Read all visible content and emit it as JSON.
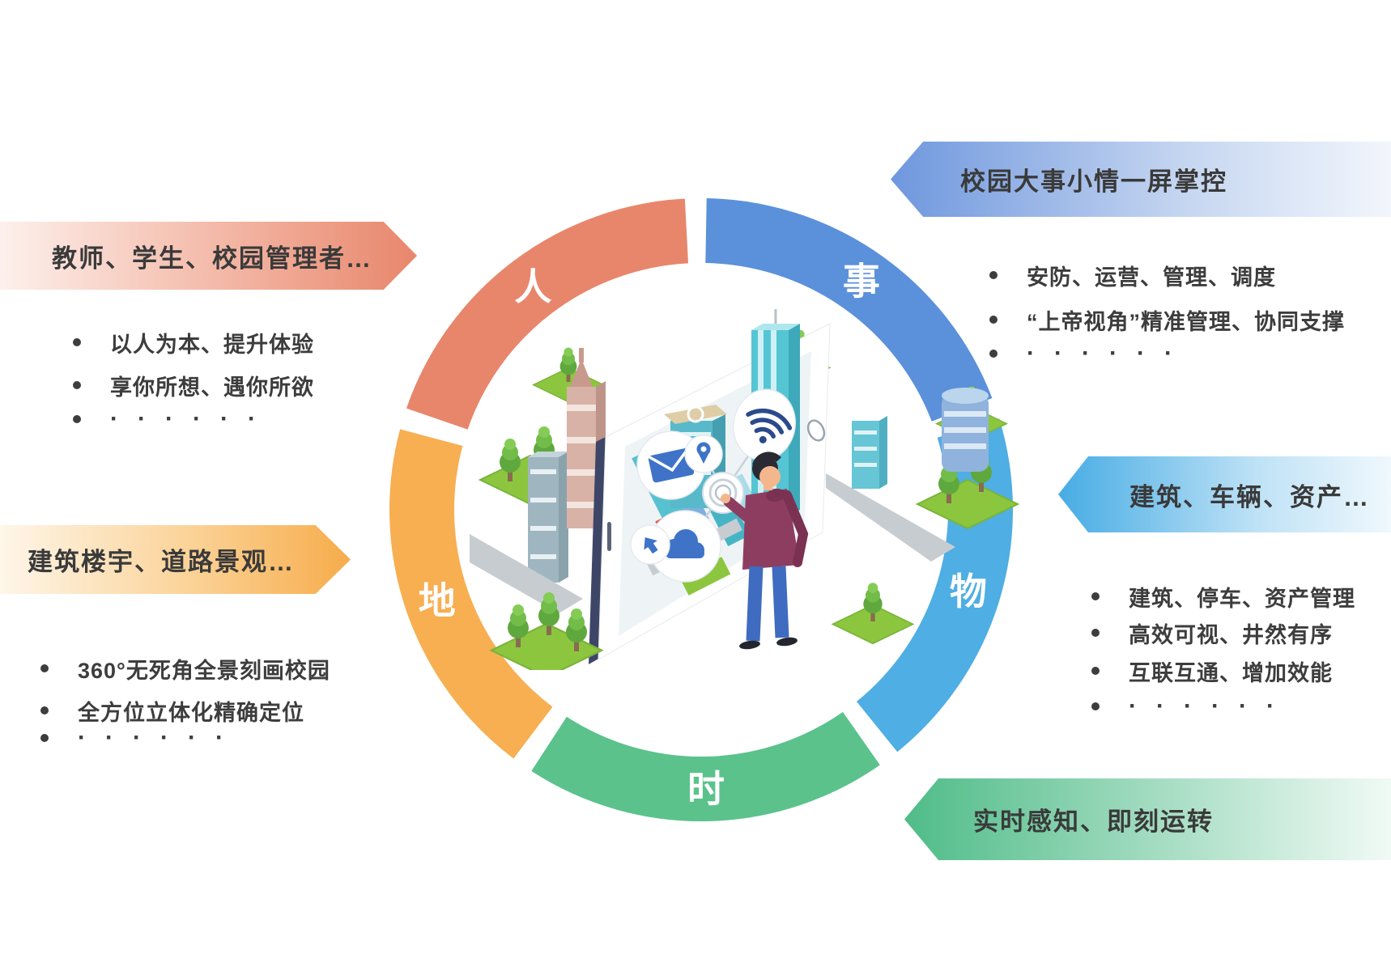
{
  "page": {
    "background": "#ffffff"
  },
  "ring": {
    "label_color": "#ffffff",
    "segments": [
      {
        "id": "people",
        "label": "人",
        "color": "#E8866C",
        "start_deg": 93,
        "end_deg": 161
      },
      {
        "id": "events",
        "label": "事",
        "color": "#5B91DB",
        "start_deg": 21,
        "end_deg": 89
      },
      {
        "id": "objects",
        "label": "物",
        "color": "#4FAEE3",
        "start_deg": 309,
        "end_deg": 377
      },
      {
        "id": "time",
        "label": "时",
        "color": "#5BC28C",
        "start_deg": 237,
        "end_deg": 305
      },
      {
        "id": "place",
        "label": "地",
        "color": "#F7AF52",
        "start_deg": 165,
        "end_deg": 233
      }
    ]
  },
  "callouts": {
    "people": {
      "accent": "#E8866C",
      "title": "教师、学生、校园管理者…",
      "bullets": [
        "以人为本、提升体验",
        "享你所想、遇你所欲"
      ],
      "ellipsis": "······"
    },
    "events": {
      "accent": "#5B91DB",
      "title": "校园大事小情一屏掌控",
      "bullets": [
        "安防、运营、管理、调度",
        "“上帝视角”精准管理、协同支撑"
      ],
      "ellipsis": "······"
    },
    "place": {
      "accent": "#F7AF52",
      "title": "建筑楼宇、道路景观…",
      "bullets": [
        "360°无死角全景刻画校园",
        "全方位立体化精确定位"
      ],
      "ellipsis": "······"
    },
    "objects": {
      "accent": "#4FAEE3",
      "title": "建筑、车辆、资产…",
      "bullets": [
        "建筑、停车、资产管理",
        "高效可视、井然有序",
        "互联互通、增加效能"
      ],
      "ellipsis": "······"
    },
    "time": {
      "accent": "#5BC28C",
      "title": "实时感知、即刻运转",
      "bullets": []
    }
  },
  "illustration": {
    "description": "isometric smart-campus city rising out of a tablet, person touching the screen",
    "icons": [
      "wifi-icon",
      "mail-icon",
      "location-pin-icon",
      "touch-icon",
      "cloud-icon",
      "upload-arrow-icon"
    ]
  }
}
